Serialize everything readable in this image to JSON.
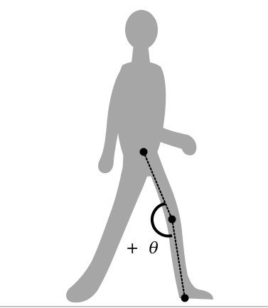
{
  "figure": {
    "angle_label": {
      "sign": "+",
      "symbol": "θ"
    }
  },
  "colors": {
    "silhouette": "#a6a6a6",
    "markers": "#000000",
    "ground_line": "#8a8a8a",
    "background": "#ffffff"
  },
  "joints": [
    "hip",
    "knee",
    "ankle"
  ]
}
